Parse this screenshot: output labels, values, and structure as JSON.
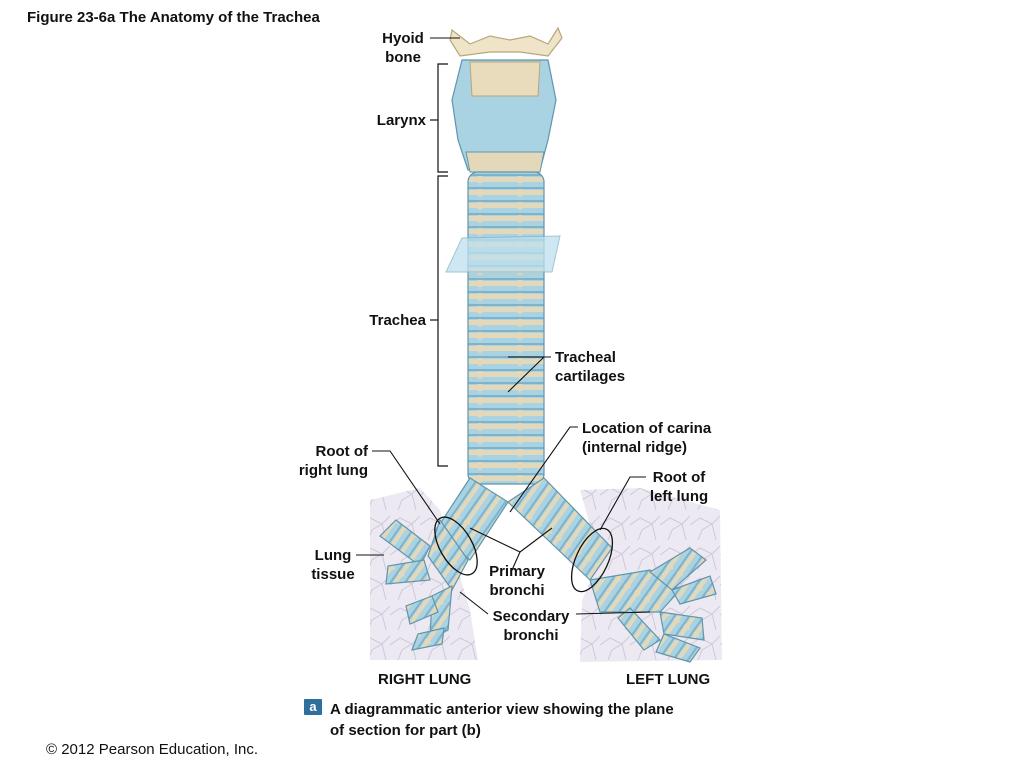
{
  "figure": {
    "title": "Figure 23-6a  The Anatomy of the Trachea"
  },
  "labels": {
    "hyoid_bone": [
      "Hyoid",
      "bone"
    ],
    "larynx": "Larynx",
    "trachea": "Trachea",
    "tracheal_cartilages": [
      "Tracheal",
      "cartilages"
    ],
    "carina": [
      "Location of carina",
      "(internal ridge)"
    ],
    "root_right_lung": [
      "Root of",
      "right lung"
    ],
    "root_left_lung": [
      "Root of",
      "left lung"
    ],
    "lung_tissue": [
      "Lung",
      "tissue"
    ],
    "primary_bronchi": [
      "Primary",
      "bronchi"
    ],
    "secondary_bronchi": [
      "Secondary",
      "bronchi"
    ]
  },
  "lungs": {
    "right": "RIGHT LUNG",
    "left": "LEFT LUNG"
  },
  "caption": {
    "badge": "a",
    "lines": [
      "A diagrammatic anterior view showing the plane",
      "of section for part (b)"
    ]
  },
  "copyright": "© 2012 Pearson Education, Inc.",
  "colors": {
    "cartilage_blue": "#a9d3e3",
    "cartilage_dark": "#6fa6bf",
    "ligament_tan": "#e6dcc0",
    "bone": "#eee3c8",
    "lung_tissue": "#e7e3ee",
    "plane": "#bfe0ee"
  }
}
